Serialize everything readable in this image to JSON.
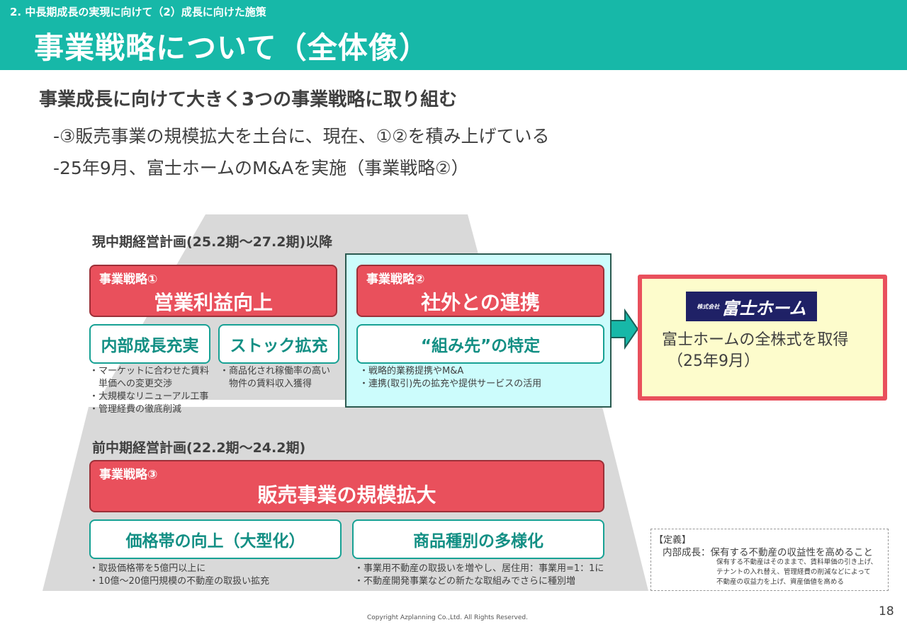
{
  "header": {
    "section": "2.  中長期成長の実現に向けて（2）成長に向けた施策",
    "title": "事業戦略について（全体像）"
  },
  "lead": "事業成長に向けて大きく3つの事業戦略に取り組む",
  "bullets": [
    "-③販売事業の規模拡大を土台に、現在、①②を積み上げている",
    "-25年9月、富士ホームのM&Aを実施（事業戦略②）"
  ],
  "current_plan": {
    "label": "現中期経営計画(25.2期～27.2期)以降",
    "s1": {
      "tag": "事業戦略①",
      "title": "営業利益向上",
      "sub": [
        "内部成長充実",
        "ストック拡充"
      ],
      "notes1": [
        "・マーケットに合わせた賃料",
        "　単価への変更交渉",
        "・大規模なリニューアル工事",
        "・管理経費の徹底削減"
      ],
      "notes2": [
        "・商品化され稼働率の高い",
        "　物件の賃料収入獲得"
      ]
    },
    "s2": {
      "tag": "事業戦略②",
      "title": "社外との連携",
      "sub": "“組み先”の特定",
      "notes": [
        "・戦略的業務提携やM&A",
        "・連携(取引)先の拡充や提供サービスの活用"
      ]
    }
  },
  "acquisition": {
    "logo": "株式会社 富士ホーム",
    "text1": "富士ホームの全株式を取得",
    "text2": "（25年9月）"
  },
  "previous_plan": {
    "label": "前中期経営計画(22.2期～24.2期)",
    "s3": {
      "tag": "事業戦略③",
      "title": "販売事業の規模拡大",
      "sub": [
        "価格帯の向上（大型化）",
        "商品種別の多様化"
      ],
      "notes1": [
        "・取扱価格帯を5億円以上に",
        "・10億～20億円規模の不動産の取扱い拡充"
      ],
      "notes2": [
        "・事業用不動産の取扱いを増やし、居住用：事業用=1：1に",
        "・不動産開発事業などの新たな取組みでさらに種別増"
      ]
    }
  },
  "definition": {
    "head": "【定義】",
    "term": "内部成長：保有する不動産の収益性を高めること",
    "lines": [
      "保有する不動産はそのままで、賃料単価の引き上げ、",
      "テナントの入れ替え、管理経費の削減などによって",
      "不動産の収益力を上げ、資産価値を高める"
    ]
  },
  "footer": {
    "copyright": "Copyright Azplanning Co.,Ltd. All Rights Reserved.",
    "page": "18"
  },
  "colors": {
    "teal": "#17b8a8",
    "red": "#e9505c",
    "cyan": "#ccfcfc",
    "yellow": "#fdfccc"
  }
}
